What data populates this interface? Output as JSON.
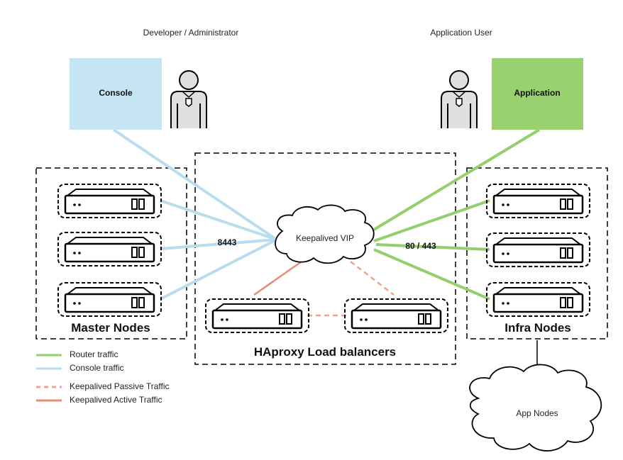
{
  "actors": {
    "admin_label": "Developer / Administrator",
    "user_label": "Application User"
  },
  "boxes": {
    "console": "Console",
    "application": "Application"
  },
  "groups": {
    "master": "Master Nodes",
    "infra": "Infra Nodes",
    "haproxy": "HAproxy Load balancers"
  },
  "cloud_vip": "Keepalived VIP",
  "cloud_app": "App Nodes",
  "ports": {
    "console": "8443",
    "router": "80 / 443"
  },
  "legend": [
    {
      "label": "Router traffic",
      "color": "#94cf6e",
      "style": "solid"
    },
    {
      "label": "Console traffic",
      "color": "#b9dcef",
      "style": "solid"
    },
    {
      "label": "Keepalived Passive Traffic",
      "color": "#f2a08f",
      "style": "dashed"
    },
    {
      "label": "Keepalived Active Traffic",
      "color": "#e88a78",
      "style": "solid"
    }
  ],
  "colors": {
    "console_box": "#c5e4f4",
    "application_box": "#99d16f",
    "console_line": "#b9dcef",
    "router_line": "#94cf6e",
    "keepalived": "#e88a78"
  }
}
